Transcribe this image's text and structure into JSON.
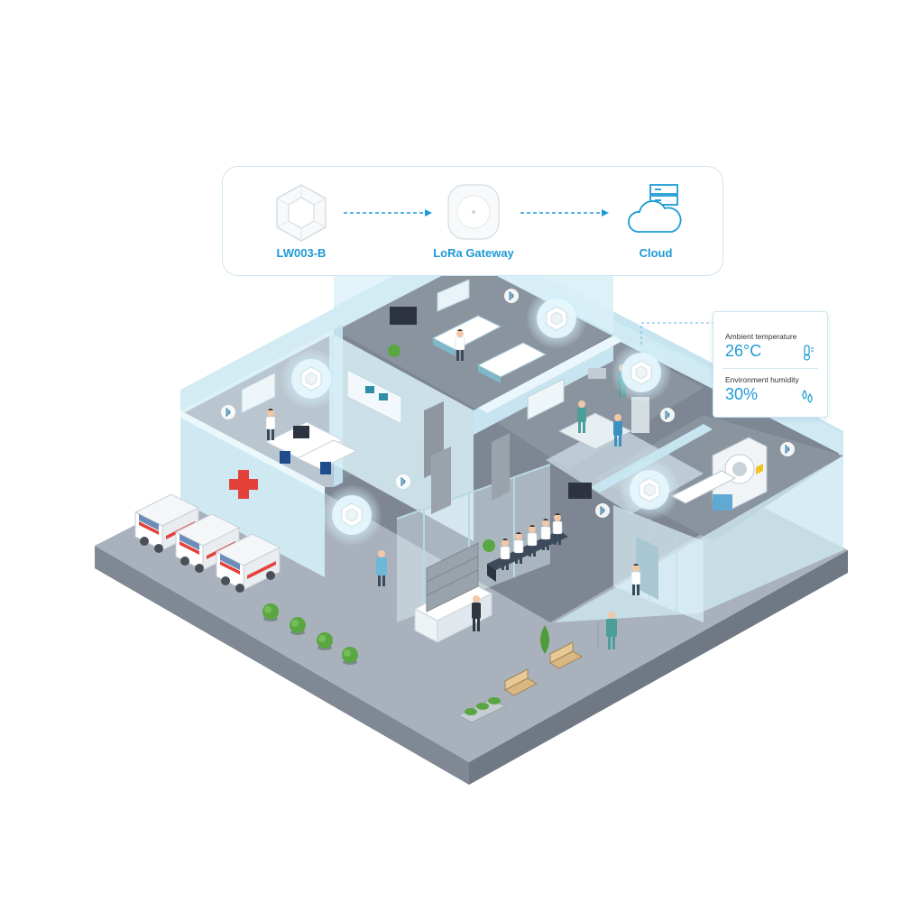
{
  "flow": {
    "nodes": [
      {
        "label": "LW003-B",
        "icon": "hexagon-beacon-icon"
      },
      {
        "label": "LoRa Gateway",
        "icon": "gateway-device-icon"
      },
      {
        "label": "Cloud",
        "icon": "cloud-server-icon"
      }
    ]
  },
  "info_card": {
    "temperature": {
      "label": "Ambient temperature",
      "value": "26°C",
      "icon": "thermometer-icon"
    },
    "humidity": {
      "label": "Environment humidity",
      "value": "30%",
      "icon": "humidity-drops-icon"
    }
  },
  "colors": {
    "accent": "#1c9ad6",
    "wall": "#d7eef5",
    "floor": "#8f99a6",
    "ground": "#a9b3bd",
    "beacon_glow": "#bfe6f7"
  }
}
